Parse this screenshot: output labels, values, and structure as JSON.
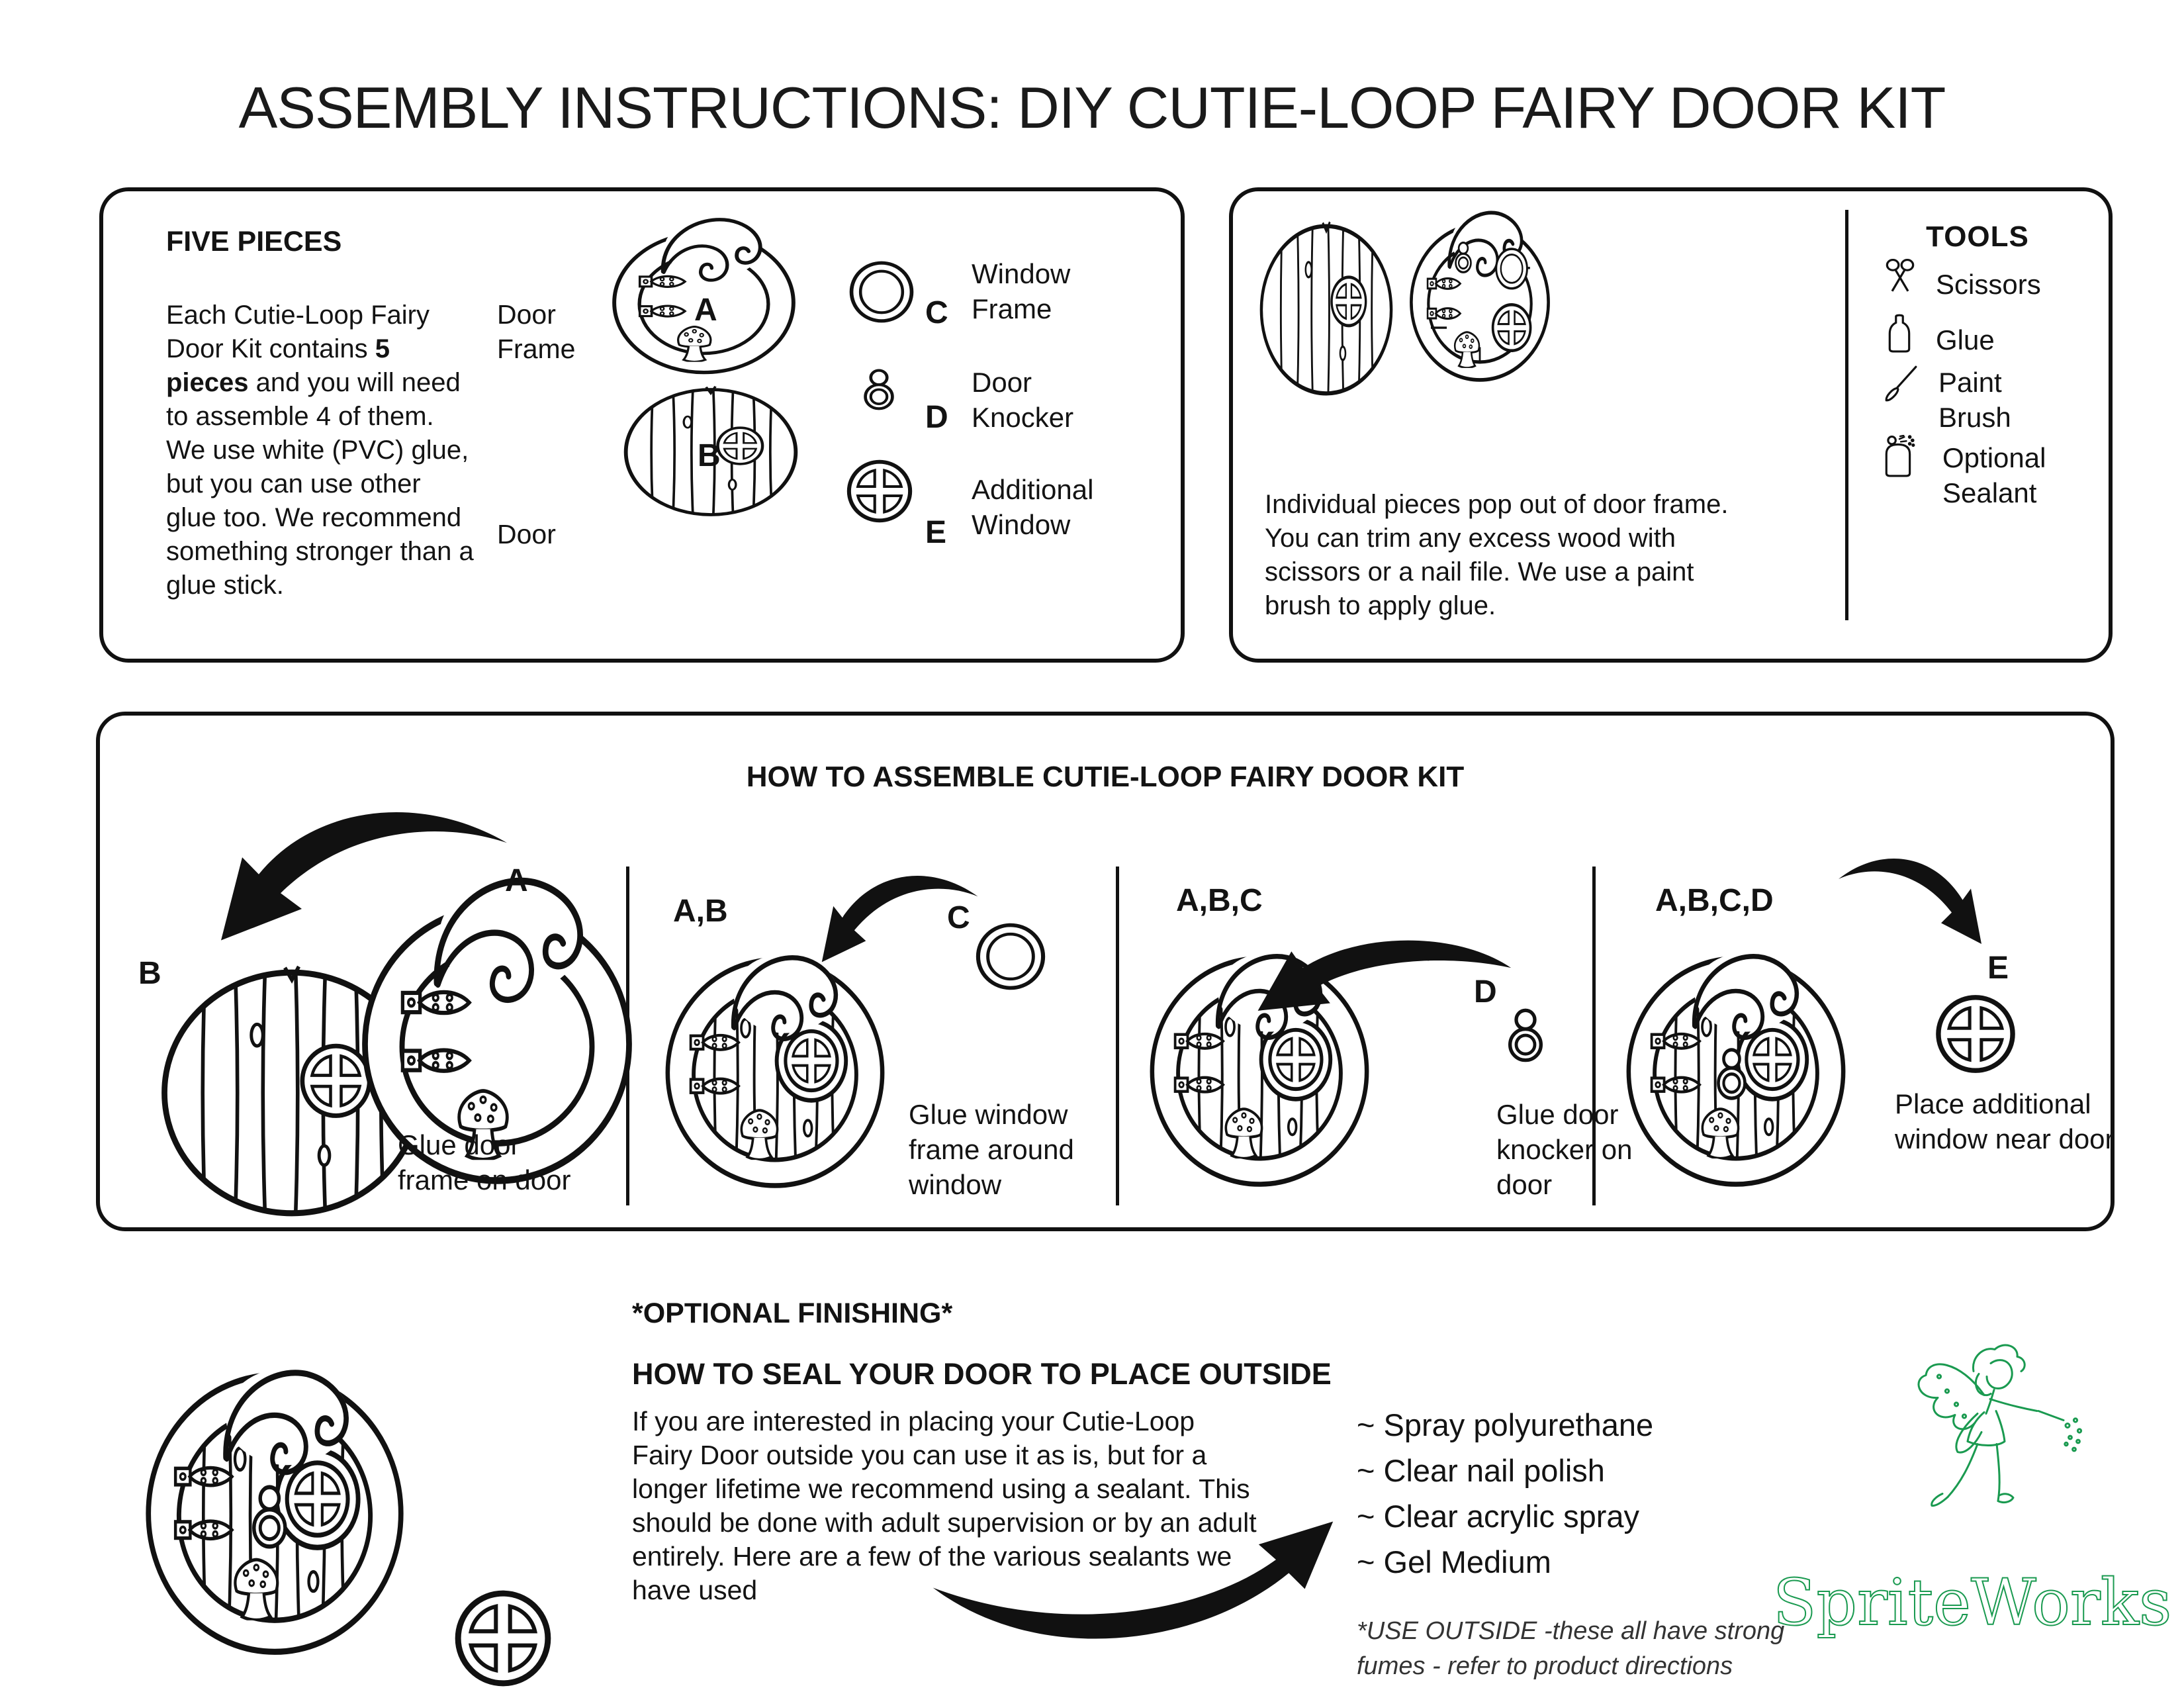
{
  "title": "ASSEMBLY INSTRUCTIONS: DIY CUTIE-LOOP FAIRY DOOR KIT",
  "pieces_box": {
    "heading": "FIVE PIECES",
    "body_pre": "Each Cutie-Loop Fairy Door Kit contains ",
    "body_bold": "5 pieces",
    "body_post": " and you will need to assemble 4 of them. We use white (PVC) glue, but you can use other glue too. We recommend something stronger than a glue stick.",
    "label_door_frame": "Door Frame",
    "label_door": "Door",
    "label_window_frame": "Window Frame",
    "label_door_knocker": "Door Knocker",
    "label_additional_window": "Additional Window",
    "letter_a": "A",
    "letter_b": "B",
    "letter_c": "C",
    "letter_d": "D",
    "letter_e": "E"
  },
  "popout_box": {
    "body": "Individual pieces pop out of door frame. You can trim any excess wood with scissors or a nail file. We use a paint brush to apply glue.",
    "tools_heading": "TOOLS",
    "tools": [
      "Scissors",
      "Glue",
      "Paint Brush",
      "Optional Sealant"
    ]
  },
  "assembly_box": {
    "heading": "HOW TO ASSEMBLE CUTIE-LOOP FAIRY DOOR KIT",
    "steps": [
      {
        "parts": "A",
        "extra": "B",
        "caption": "Glue door frame on door"
      },
      {
        "parts": "A,B",
        "extra": "C",
        "caption": "Glue window frame around window"
      },
      {
        "parts": "A,B,C",
        "extra": "D",
        "caption": "Glue door knocker on door"
      },
      {
        "parts": "A,B,C,D",
        "extra": "E",
        "caption": "Place additional window near door"
      }
    ]
  },
  "finishing": {
    "heading1": "*OPTIONAL FINISHING*",
    "heading2": "HOW TO SEAL YOUR DOOR TO PLACE OUTSIDE",
    "body": "If you are interested in placing your Cutie-Loop Fairy Door outside you can use it as is, but for a longer lifetime we recommend using a sealant. This should be done with adult supervision or by an adult entirely. Here are a few of the various sealants we have used",
    "sealants": [
      "~ Spray polyurethane",
      "~ Clear nail polish",
      "~ Clear acrylic spray",
      "~ Gel Medium"
    ],
    "note_line1": "*USE OUTSIDE -these all have strong",
    "note_line2": "fumes - refer to product directions",
    "note_color": "#333333"
  },
  "logo": {
    "name": "SpriteWorks",
    "color": "#1a9a50"
  },
  "colors": {
    "ink": "#131313",
    "border": "#111111",
    "arrow": "#111111"
  }
}
